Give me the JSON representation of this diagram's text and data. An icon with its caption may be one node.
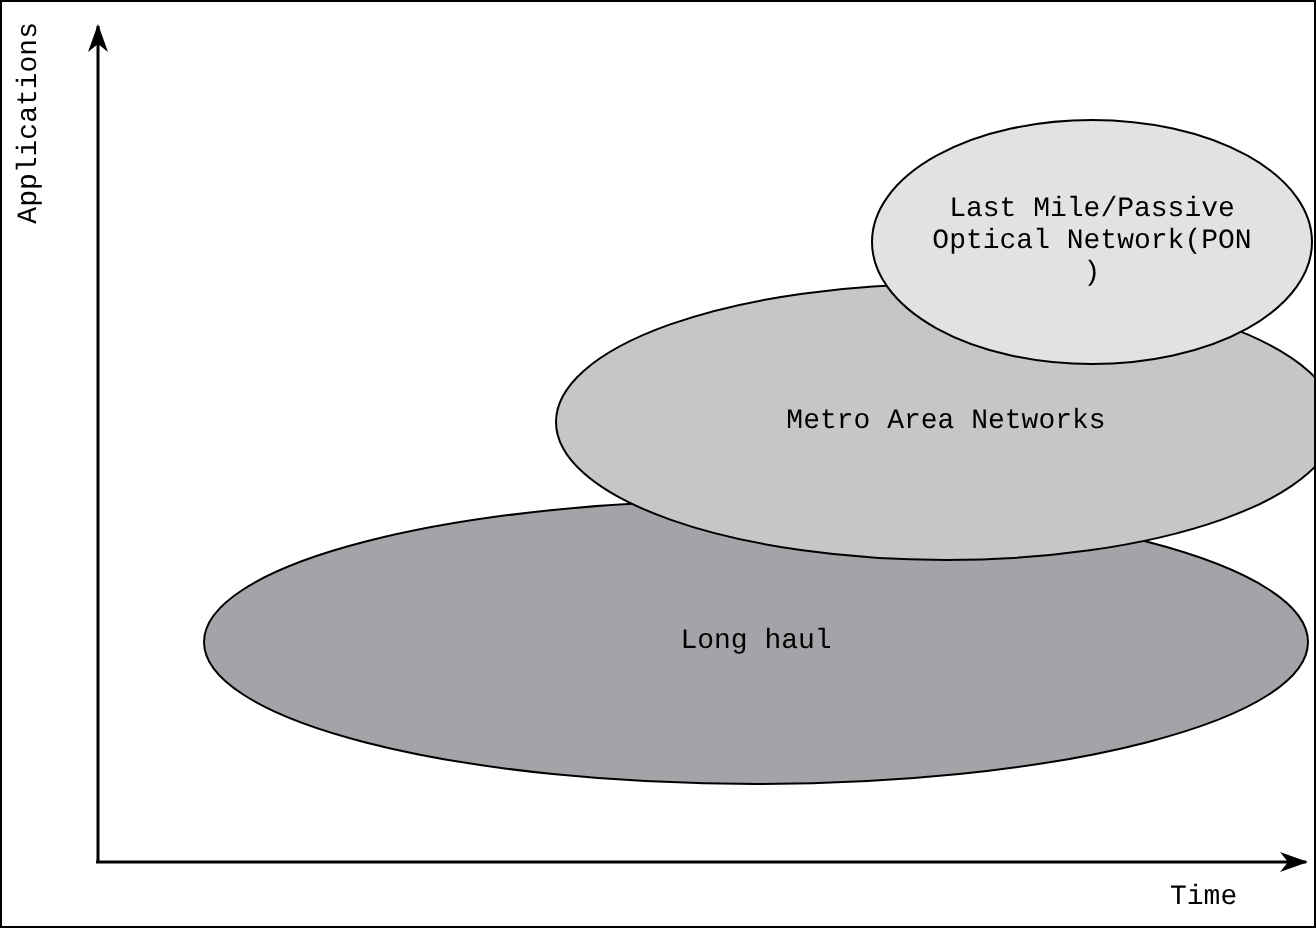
{
  "diagram": {
    "nodes": [
      {
        "text": [
          "Long haul"
        ]
      },
      {
        "text": [
          "Metro Area Networks"
        ]
      },
      {
        "text": [
          "Last Mile/Passive Optical Network(PON )"
        ]
      }
    ],
    "edges": [],
    "labels": [
      "Applications",
      "Time"
    ]
  }
}
